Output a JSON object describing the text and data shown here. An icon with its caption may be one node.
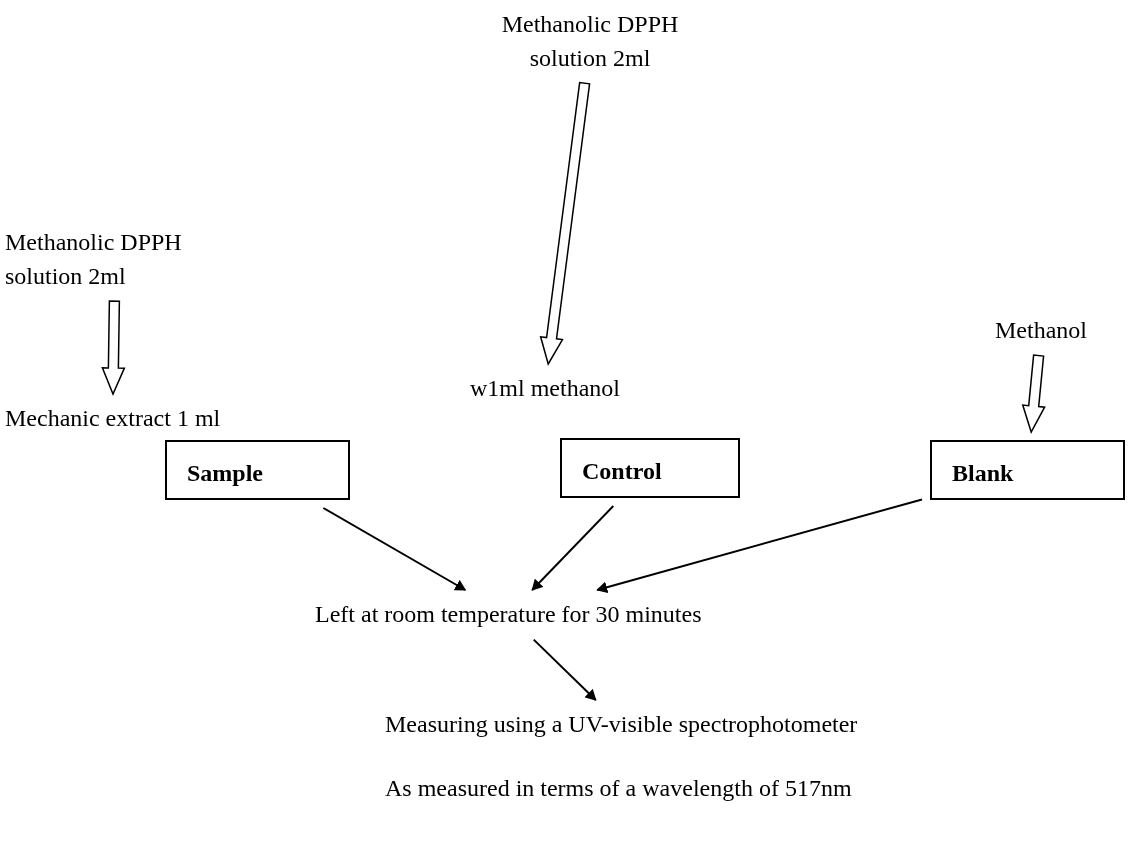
{
  "diagram": {
    "nodes": [
      {
        "text": [
          "Methanolic DPPH solution 2ml"
        ]
      },
      {
        "text": [
          "Methanolic DPPH solution 2ml"
        ]
      },
      {
        "text": [
          "Methanol"
        ]
      },
      {
        "text": [
          "w1ml methanol"
        ]
      },
      {
        "text": [
          "Mechanic extract 1 ml"
        ]
      },
      {
        "text": [
          "Sample"
        ]
      },
      {
        "text": [
          "Control"
        ]
      },
      {
        "text": [
          "Blank"
        ]
      },
      {
        "text": [
          "Left at room temperature for 30 minutes"
        ]
      },
      {
        "text": [
          "Measuring using a UV-visible spectrophotometer"
        ]
      }
    ],
    "edges": [
      {
        "from": 0,
        "to": 3,
        "arrow": "to",
        "style": "thick"
      },
      {
        "from": 1,
        "to": 4,
        "arrow": "to",
        "style": "thick"
      },
      {
        "from": 2,
        "to": 7,
        "arrow": "to",
        "style": "thick"
      },
      {
        "from": 5,
        "to": 8,
        "arrow": "to"
      },
      {
        "from": 6,
        "to": 8,
        "arrow": "to"
      },
      {
        "from": 7,
        "to": 8,
        "arrow": "to"
      },
      {
        "from": 8,
        "to": 9,
        "arrow": "to"
      }
    ],
    "labels": [
      "As measured in terms of a wavelength of 517nm"
    ]
  }
}
